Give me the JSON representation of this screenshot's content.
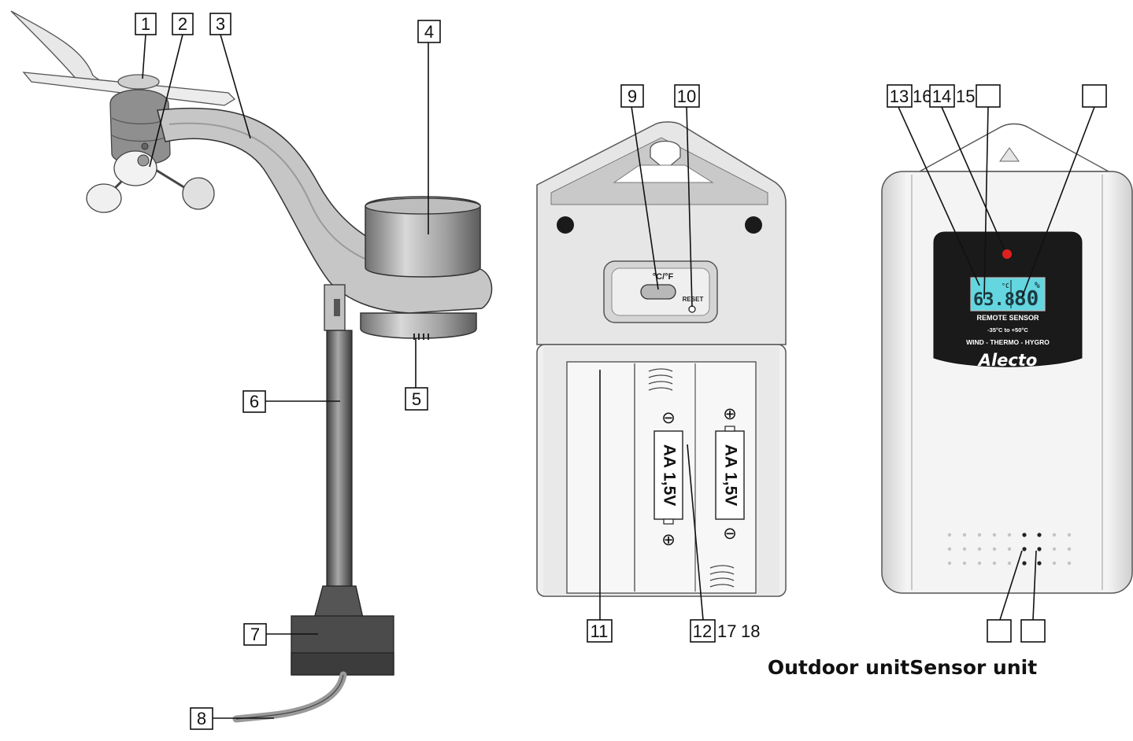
{
  "callouts": {
    "c1": "1",
    "c2": "2",
    "c3": "3",
    "c4": "4",
    "c5": "5",
    "c6": "6",
    "c7": "7",
    "c8": "8",
    "c9": "9",
    "c10": "10",
    "c11": "11",
    "c12": "12",
    "c13": "13",
    "c14": "14"
  },
  "extra_numbers": {
    "n16": "16",
    "n15": "15",
    "n17": "17",
    "n18": "18"
  },
  "batteries": {
    "left": "AA 1,5V",
    "right": "AA 1,5V",
    "plus": "⊕",
    "minus": "⊖"
  },
  "back_panel": {
    "switch_label": "°C/°F",
    "reset_label": "RESET"
  },
  "sensor_panel": {
    "lcd_temp": "63.8",
    "lcd_temp_unit": "°C",
    "lcd_hum": "80",
    "lcd_hum_unit": "%",
    "line1": "REMOTE SENSOR",
    "line2": "-35°C to +50°C",
    "line3": "WIND - THERMO - HYGRO",
    "brand": "Alecto"
  },
  "caption": "Outdoor unitSensor unit",
  "colors": {
    "body_gray": "#bdbdbd",
    "dark_gray": "#5a5a5a",
    "metal": "#9a9a9a",
    "panel_black": "#1a1a1a",
    "lcd_cyan": "#63d6e0",
    "led_red": "#e02020"
  }
}
